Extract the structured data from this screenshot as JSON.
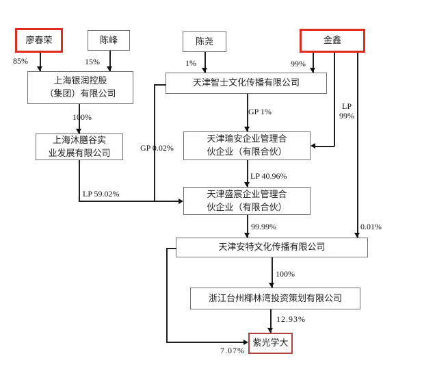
{
  "diagram": {
    "colors": {
      "highlight_red": "#e02b20",
      "target_red": "#b2423d",
      "box_border": "#6d6d6d",
      "line": "#1f1f1f"
    },
    "nodes": {
      "liaochunrong": {
        "label": "廖春荣",
        "highlighted": true
      },
      "chenfeng": {
        "label": "陈峰"
      },
      "chenyao": {
        "label": "陈尧"
      },
      "jinxin": {
        "label": "金鑫",
        "highlighted": true
      },
      "yinrun": {
        "lines": [
          "上海银润控股",
          "（集团）有限公司"
        ]
      },
      "zhishi": {
        "label": "天津智士文化传播有限公司"
      },
      "mushangu": {
        "lines": [
          "上海沐膳谷实",
          "业发展有限公司"
        ]
      },
      "yuan": {
        "lines": [
          "天津瑜安企业管理合",
          "伙企业（有限合伙）"
        ]
      },
      "shengchen": {
        "lines": [
          "天津盛宸企业管理合",
          "伙企业（有限合伙）"
        ]
      },
      "ante": {
        "label": "天津安特文化传播有限公司"
      },
      "yelinwan": {
        "label": "浙江台州椰林湾投资策划有限公司"
      },
      "ziguang": {
        "label": "紫光学大",
        "highlighted": true
      }
    },
    "edge_labels": {
      "liao_yinrun": "85%",
      "chenfeng_yinrun": "15%",
      "chenyao_zhishi": "1%",
      "jinxin_zhishi": "99%",
      "jinxin_yuan": {
        "lines": [
          "LP",
          "99%"
        ]
      },
      "zhishi_yuan": "GP 1%",
      "zhishi_shengchen": "GP 0.02%",
      "yuan_shengchen": "LP 40.96%",
      "mushangu_shengchen": "LP 59.02%",
      "shengchen_ante": "99.99%",
      "jinxin_ante": "0.01%",
      "yinrun_mushangu": "100%",
      "ante_yelinwan": "100%",
      "yelinwan_ziguang": "12.93%",
      "ante_ziguang": "7.07%"
    }
  }
}
